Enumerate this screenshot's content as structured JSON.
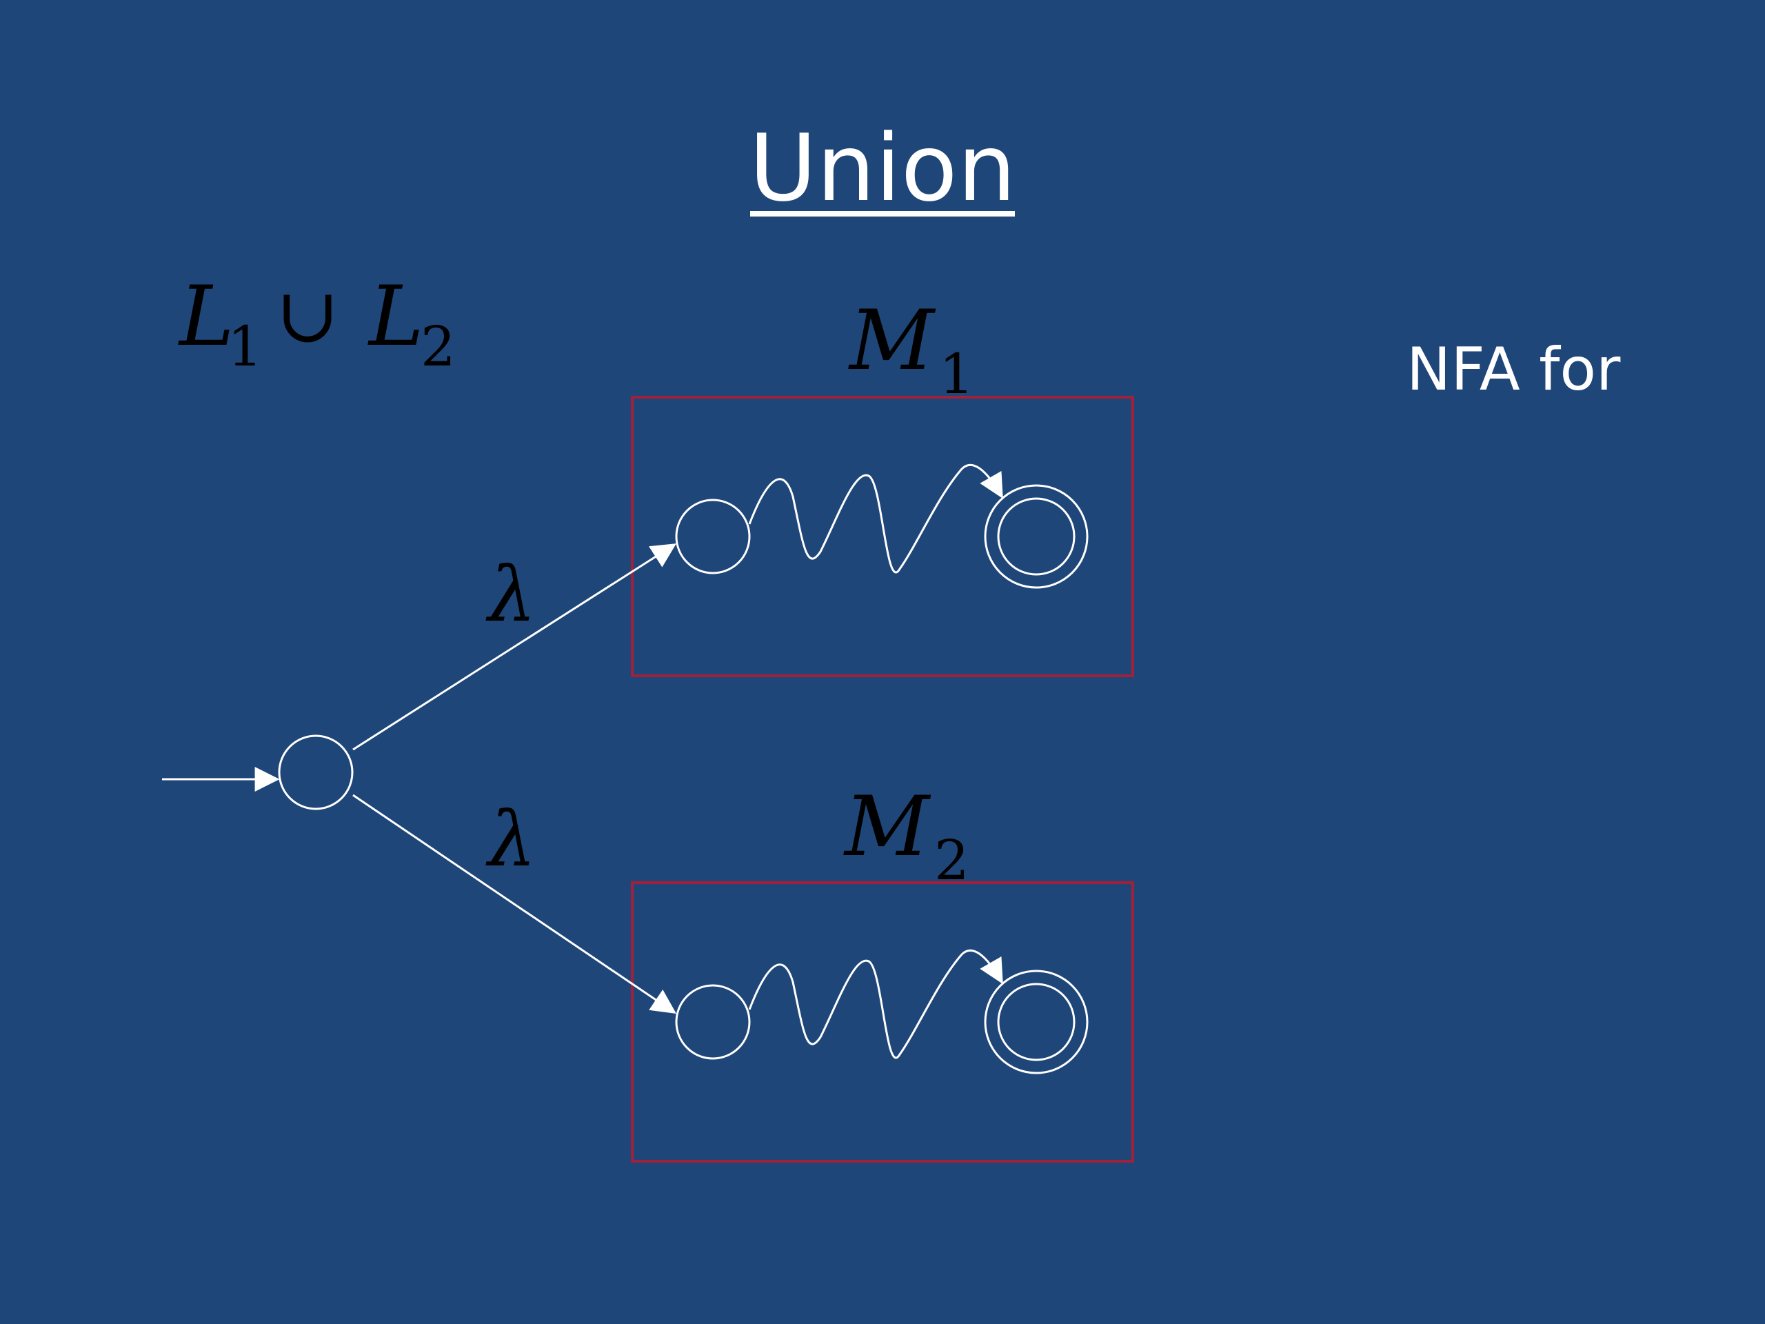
{
  "slide": {
    "title": "Union",
    "side_label": "NFA for",
    "formula": {
      "l": "L",
      "l1_sub": "1",
      "union_op": "∪",
      "r": "L",
      "l2_sub": "2"
    },
    "machines": [
      {
        "symbol": "M",
        "subscript": "1"
      },
      {
        "symbol": "M",
        "subscript": "2"
      }
    ],
    "transition_label_top": "λ",
    "transition_label_bottom": "λ",
    "colors": {
      "background": "#1f4679",
      "stroke": "#ffffff",
      "box": "#a3203a",
      "math_text": "#000000"
    }
  }
}
